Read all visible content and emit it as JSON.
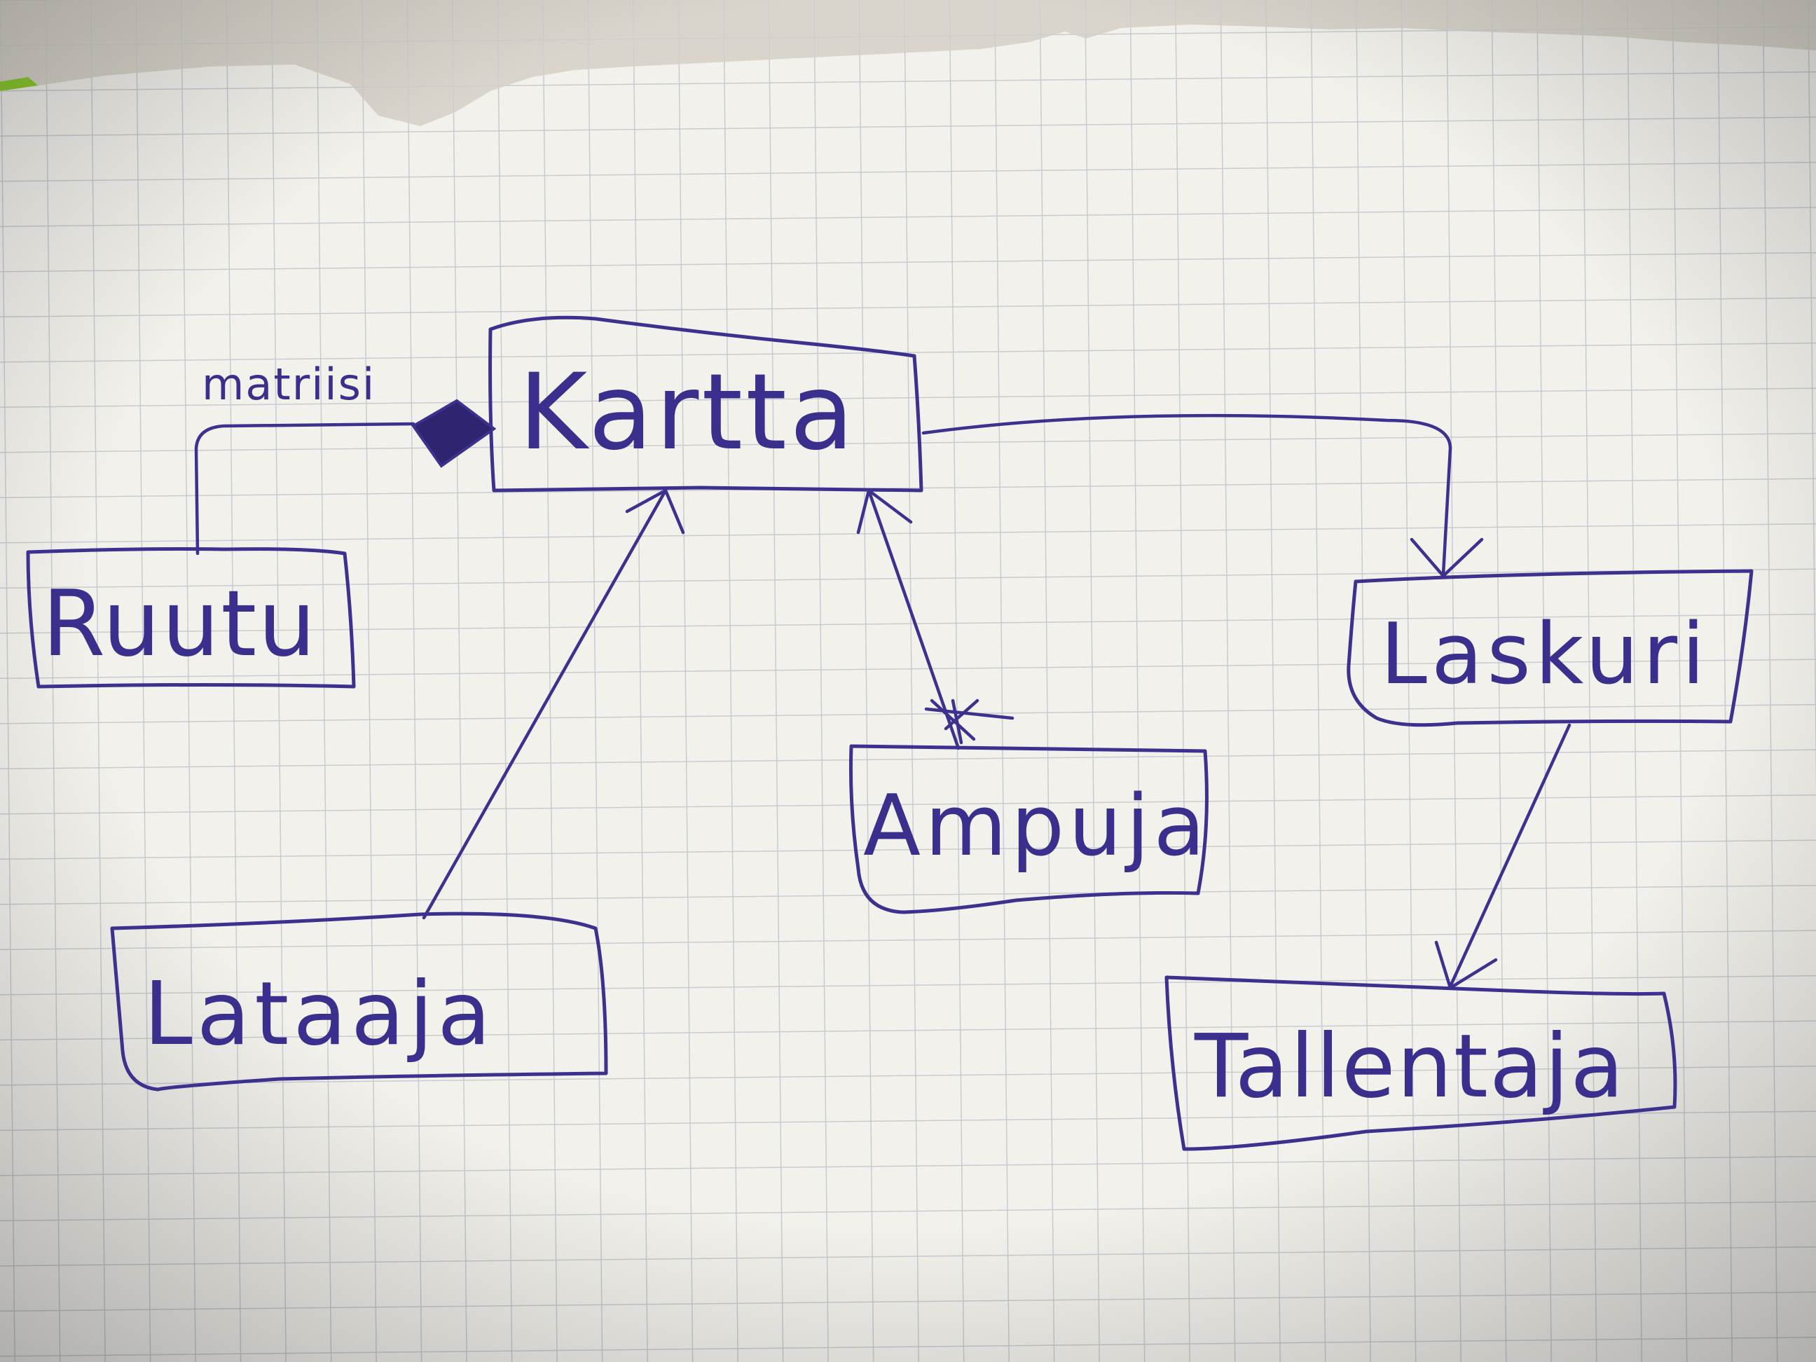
{
  "diagram": {
    "ink_color": "#3d318f",
    "paper_color": "#f3f2ed",
    "grid_color": "#c9cbd0",
    "nodes": {
      "kartta": "Kartta",
      "ruutu": "Ruutu",
      "ampuja": "Ampuja",
      "laskuri": "Laskuri",
      "lataaja": "Lataaja",
      "tallentaja": "Tallentaja"
    },
    "edge_labels": {
      "ruutu_kartta": "matriisi"
    }
  }
}
